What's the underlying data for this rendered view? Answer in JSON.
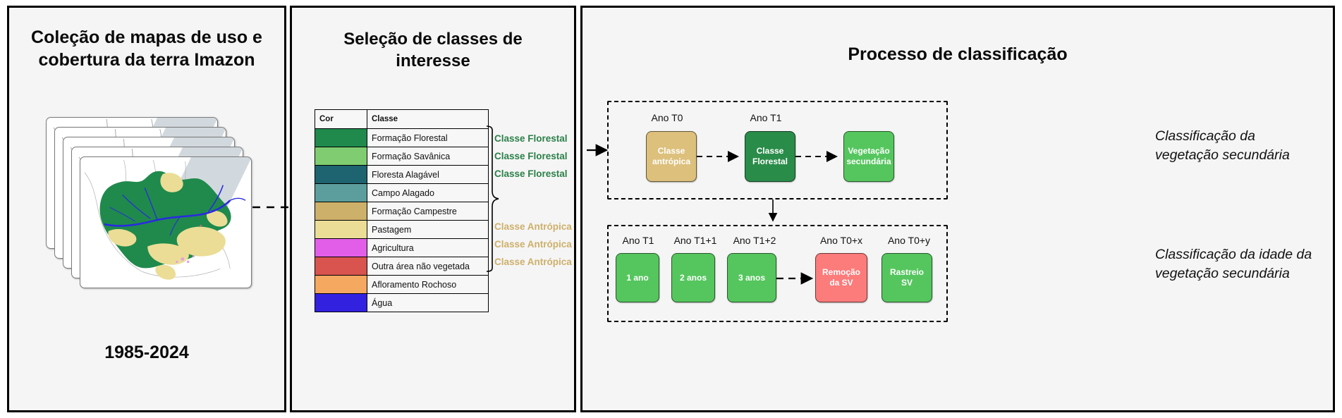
{
  "panels": {
    "collection": {
      "title": "Coleção de mapas de uso e cobertura da terra Imazon",
      "years": "1985-2024"
    },
    "classes": {
      "title": "Seleção de classes de interesse",
      "table": {
        "headers": [
          "Cor",
          "Classe"
        ],
        "rows": [
          {
            "color": "#1f8a4c",
            "class": "Formação Florestal",
            "group": "Classe Florestal"
          },
          {
            "color": "#7fcd70",
            "class": "Formação Savânica",
            "group": "Classe Florestal"
          },
          {
            "color": "#1d6470",
            "class": "Floresta Alagável",
            "group": "Classe Florestal"
          },
          {
            "color": "#5c9e9d",
            "class": "Campo Alagado",
            "group": ""
          },
          {
            "color": "#cdb06a",
            "class": "Formação Campestre",
            "group": ""
          },
          {
            "color": "#ebdd96",
            "class": "Pastagem",
            "group": "Classe Antrópica"
          },
          {
            "color": "#e25ee8",
            "class": "Agricultura",
            "group": "Classe Antrópica"
          },
          {
            "color": "#d9534f",
            "class": "Outra área não vegetada",
            "group": "Classe Antrópica"
          },
          {
            "color": "#f5a860",
            "class": "Afloramento Rochoso",
            "group": ""
          },
          {
            "color": "#3222e0",
            "class": "Água",
            "group": ""
          }
        ]
      },
      "group_labels": {
        "forest": "Classe Florestal",
        "anthropic": "Classe Antrópica"
      }
    },
    "process": {
      "title": "Processo de classificação",
      "secondary_vegetation": {
        "caption": "Classificação da\nvegetação secundária",
        "steps": [
          {
            "year": "Ano T0",
            "label": "Classe antrópica",
            "color": "#dcc07c"
          },
          {
            "year": "Ano T1",
            "label": "Classe Florestal",
            "color": "#2a8c49"
          },
          {
            "year": "",
            "label": "Vegetação secundária",
            "color": "#55c65e"
          }
        ]
      },
      "age": {
        "caption": "Classificação da idade da\nvegetação secundária",
        "steps": [
          {
            "year": "Ano T1",
            "label": "1 ano",
            "color": "#55c65e"
          },
          {
            "year": "Ano T1+1",
            "label": "2 anos",
            "color": "#55c65e"
          },
          {
            "year": "Ano T1+2",
            "label": "3 anos",
            "color": "#55c65e"
          },
          {
            "year": "Ano T0+x",
            "label": "Remoção da SV",
            "color": "#fc7b7b"
          },
          {
            "year": "Ano T0+y",
            "label": "Rastreio SV",
            "color": "#55c65e"
          }
        ]
      }
    }
  },
  "colors": {
    "panel_bg": "#f5f5f5",
    "panel_border": "#000000",
    "forest_text": "#2b8049",
    "anthropic_text": "#cdb06a"
  }
}
